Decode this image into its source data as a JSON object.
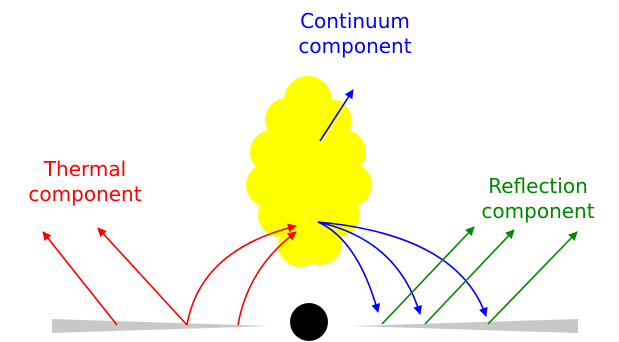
{
  "colors": {
    "continuum": "#0000ff",
    "thermal": "#ff0000",
    "reflection": "#008800",
    "corona": "#ffff00",
    "disk": "#c8c8c8",
    "black_hole": "#000000"
  },
  "labels": {
    "continuum": {
      "line1": "Continuum",
      "line2": "component"
    },
    "thermal": {
      "line1": "Thermal",
      "line2": "component"
    },
    "reflection": {
      "line1": "Reflection",
      "line2": "component"
    }
  },
  "shapes": {
    "corona": "yellow-cloud",
    "black_hole": "black-circle",
    "disk": "grey-wedge"
  }
}
